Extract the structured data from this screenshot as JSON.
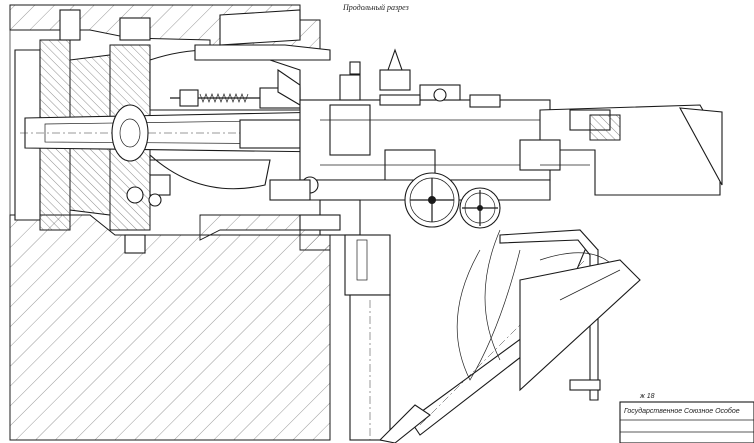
{
  "drawing": {
    "caption": "Продольный разрез",
    "sheet_number": "ж 18",
    "stamp_line_1": "Государственное Союзное Особое",
    "stamp_line_2": "",
    "line_color": "#1a1a1a",
    "background_color": "#ffffff"
  }
}
